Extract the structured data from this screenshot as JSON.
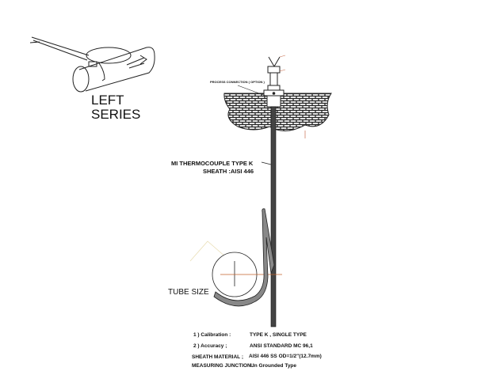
{
  "left_figure": {
    "line1": "LEFT",
    "line2": "SERIES"
  },
  "labels": {
    "process_connection": "PROCESS CONNECTION ( OPTION )",
    "thermocouple_line1": "MI THERMOCOUPLE TYPE K",
    "thermocouple_line2": "SHEATH :AISI 446",
    "tube_size": "TUBE SIZE"
  },
  "specs": [
    {
      "label": "1 ) Calibration :",
      "value": "TYPE K  ,  SINGLE TYPE"
    },
    {
      "label": "2 ) Accuracy ;",
      "value": "ANSI  STANDARD MC 96,1"
    },
    {
      "label": "SHEATH MATERIAL  ;",
      "value": "AISI 446  SS  OD=1/2\"(12.7mm)"
    },
    {
      "label": "MEASURING JUNCTION :",
      "value": "Un Grounded Type"
    }
  ]
}
